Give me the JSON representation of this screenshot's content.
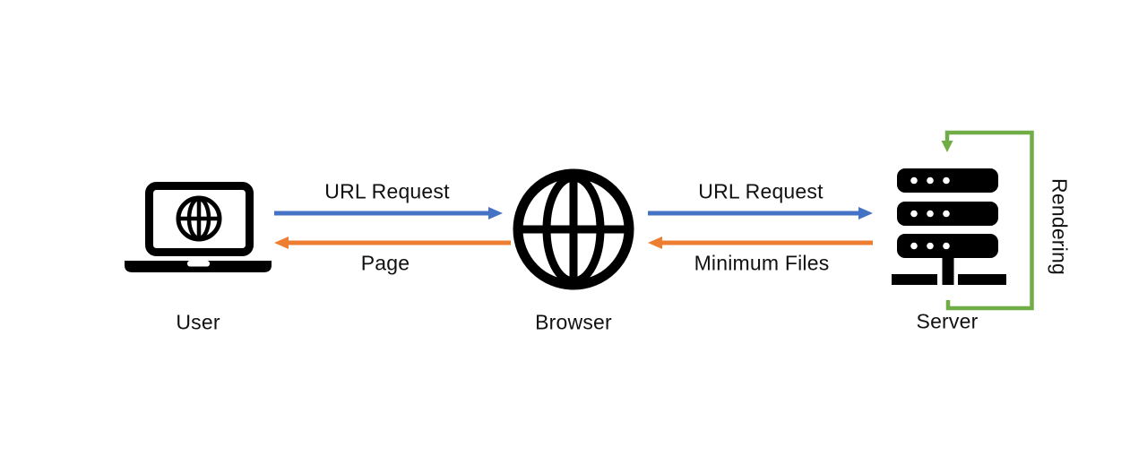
{
  "diagram": {
    "nodes": [
      {
        "id": "user",
        "label": "User",
        "icon": "laptop-globe-icon"
      },
      {
        "id": "browser",
        "label": "Browser",
        "icon": "globe-icon"
      },
      {
        "id": "server",
        "label": "Server",
        "icon": "server-rack-icon"
      }
    ],
    "arrows": [
      {
        "from": "user",
        "to": "browser",
        "label": "URL Request",
        "color": "#4472C4",
        "direction": "right"
      },
      {
        "from": "browser",
        "to": "user",
        "label": "Page",
        "color": "#ED7D31",
        "direction": "left"
      },
      {
        "from": "browser",
        "to": "server",
        "label": "URL Request",
        "color": "#4472C4",
        "direction": "right"
      },
      {
        "from": "server",
        "to": "browser",
        "label": "Minimum Files",
        "color": "#ED7D31",
        "direction": "left"
      }
    ],
    "loop": {
      "node": "server",
      "label": "Rendering",
      "color": "#70AD47"
    }
  },
  "colors": {
    "blue": "#4472C4",
    "orange": "#ED7D31",
    "green": "#70AD47",
    "icon": "#000000",
    "background": "#FFFFFF"
  }
}
